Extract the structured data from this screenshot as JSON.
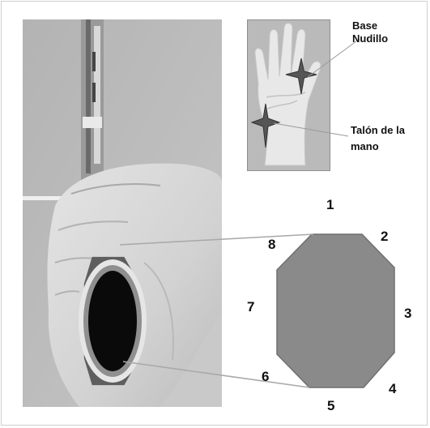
{
  "callouts": {
    "knuckle_base_line1": "Base",
    "knuckle_base_line2": "Nudillo",
    "heel_line1": "Talón de la",
    "heel_line2": "mano"
  },
  "octagon_numbers": [
    "1",
    "2",
    "3",
    "4",
    "5",
    "6",
    "7",
    "8"
  ],
  "colors": {
    "octagon_fill": "#8a8a8a",
    "octagon_stroke": "#6f6f6f",
    "photo_background": "#bdbdbd",
    "skin_tone": "#dcdcdc",
    "label_text": "#111111"
  }
}
